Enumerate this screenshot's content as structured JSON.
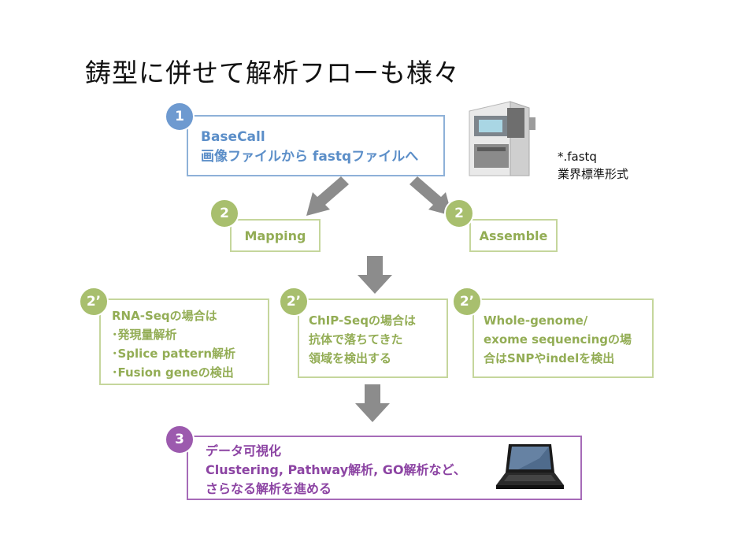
{
  "title": "鋳型に併せて解析フローも様々",
  "step1": {
    "num": "1",
    "line1": "BaseCall",
    "line2": "画像ファイルから fastqファイルへ"
  },
  "fastq_note": {
    "line1": "*.fastq",
    "line2": "業界標準形式"
  },
  "mapping": {
    "num": "2",
    "label": "Mapping"
  },
  "assemble": {
    "num": "2",
    "label": "Assemble"
  },
  "rnaseq": {
    "num": "2’",
    "lines": [
      "RNA-Seqの場合は",
      "･発現量解析",
      "･Splice pattern解析",
      "･Fusion geneの検出"
    ]
  },
  "chipseq": {
    "num": "2’",
    "lines": [
      "ChIP-Seqの場合は",
      "抗体で落ちてきた",
      "領域を検出する"
    ]
  },
  "wgs": {
    "num": "2’",
    "lines": [
      "Whole-genome/",
      "exome sequencingの場",
      "合はSNPやindelを検出"
    ]
  },
  "step3": {
    "num": "3",
    "line1": "データ可視化",
    "line2": "Clustering,  Pathway解析, GO解析など、",
    "line3": "さらなる解析を進める"
  },
  "colors": {
    "blue": "#6e9ad0",
    "green": "#a8bf6e",
    "purple": "#9c5aae",
    "arrow": "#8c8c8c"
  }
}
